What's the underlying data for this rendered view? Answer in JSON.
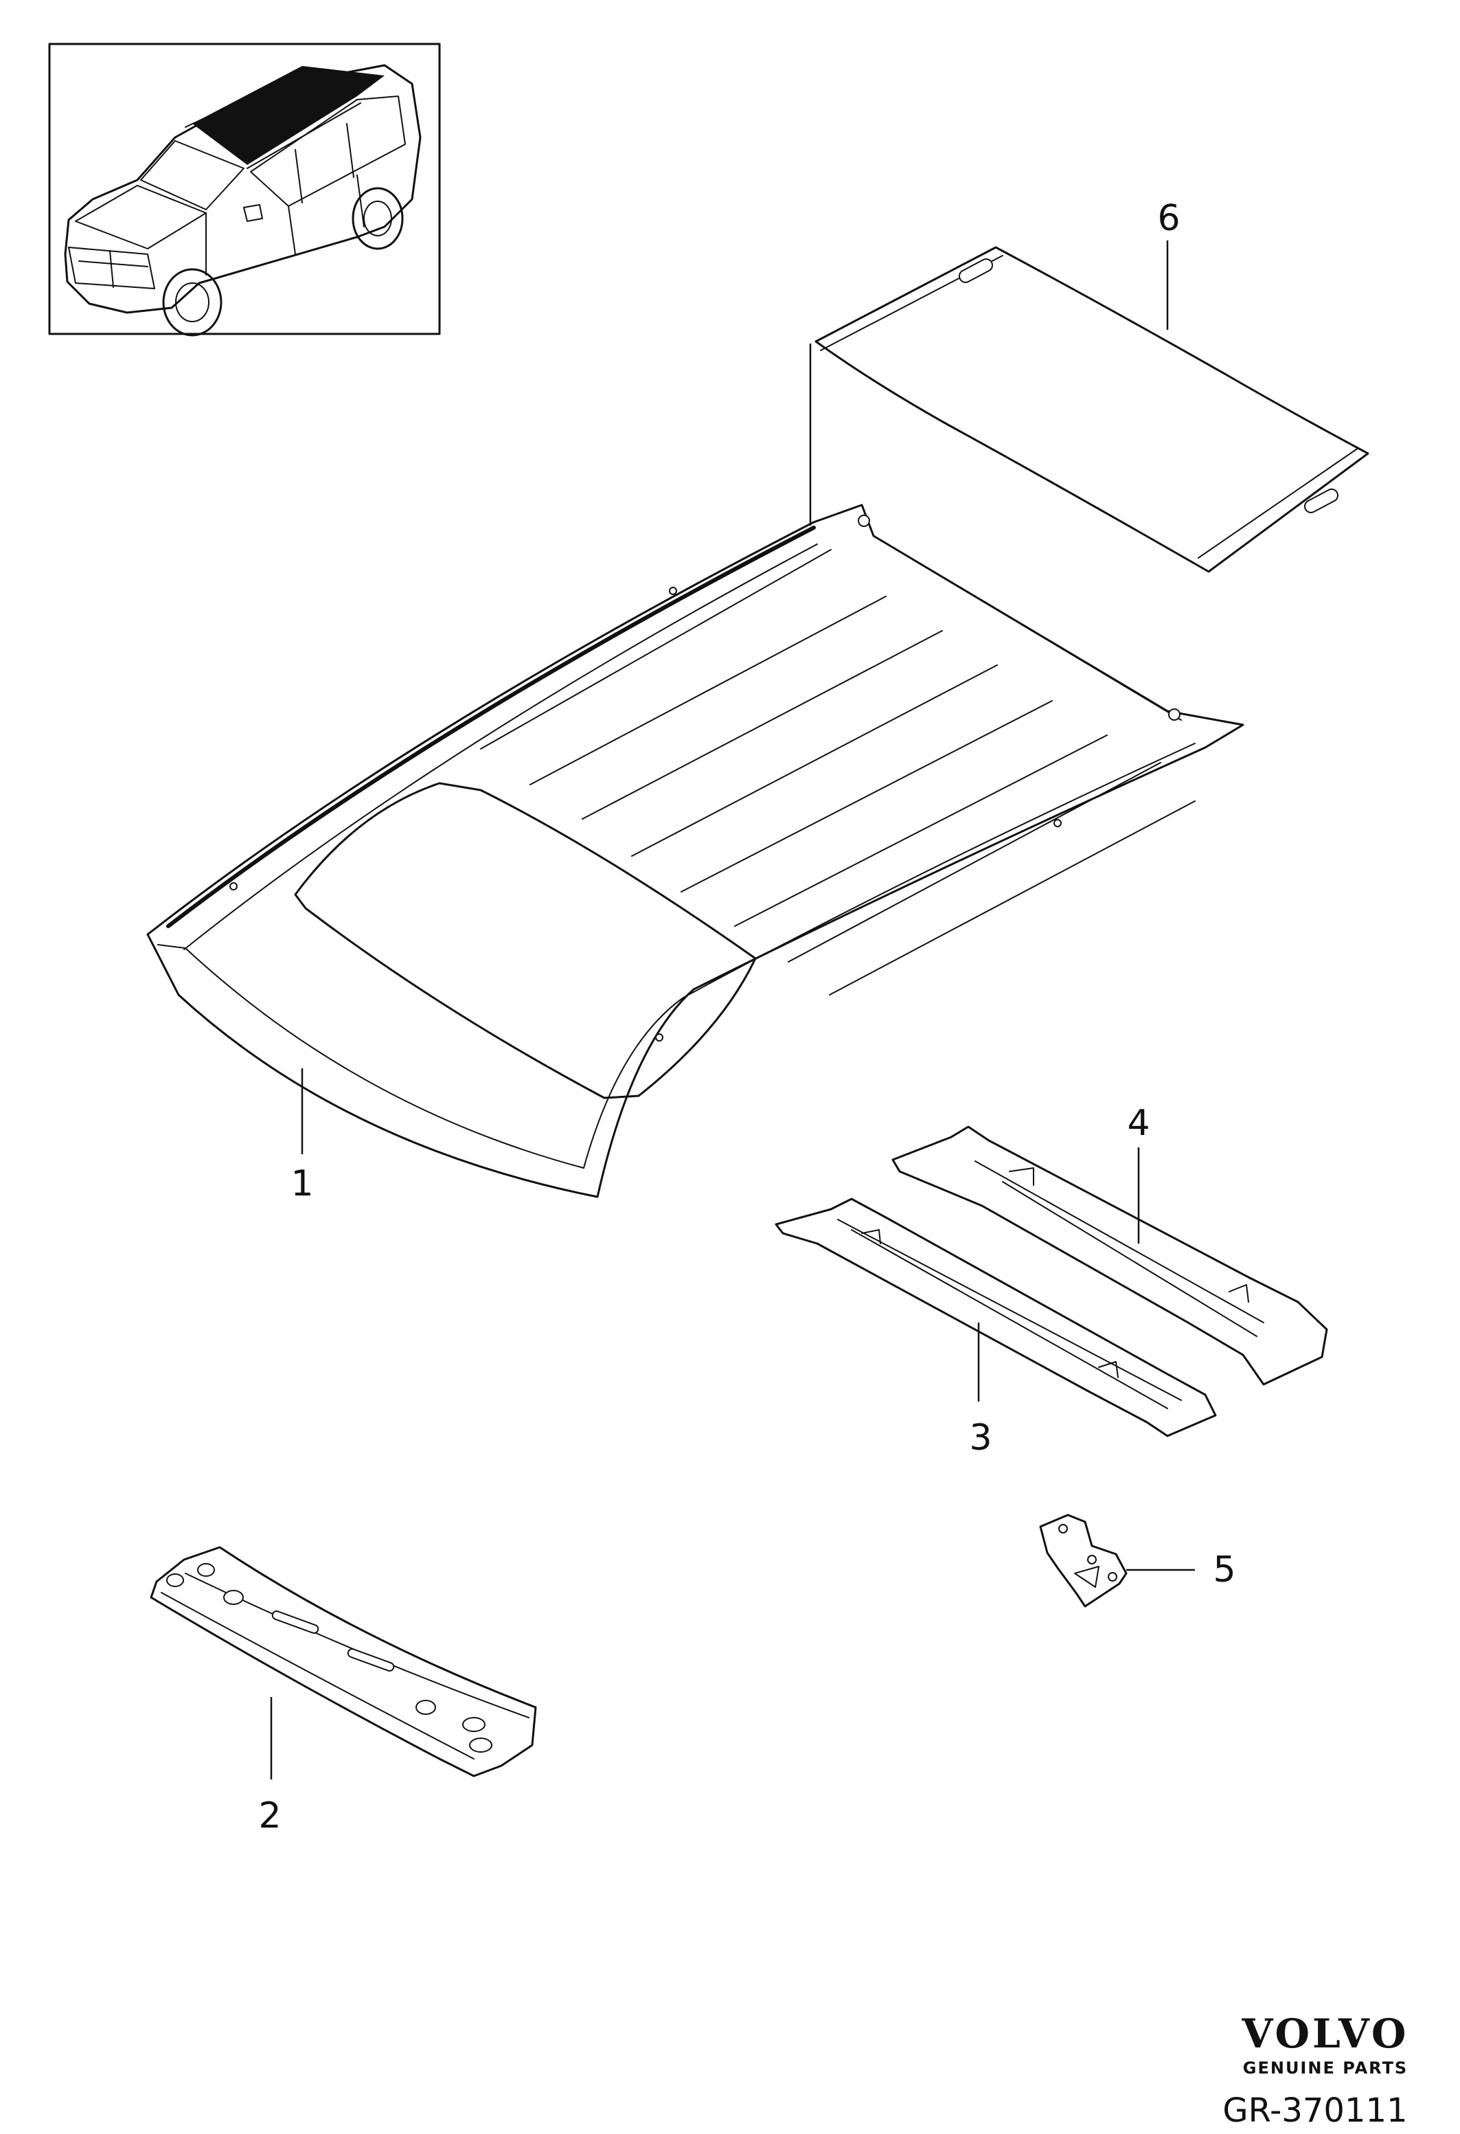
{
  "callouts": [
    {
      "id": "1",
      "label": "1"
    },
    {
      "id": "2",
      "label": "2"
    },
    {
      "id": "3",
      "label": "3"
    },
    {
      "id": "4",
      "label": "4"
    },
    {
      "id": "5",
      "label": "5"
    },
    {
      "id": "6",
      "label": "6"
    }
  ],
  "brand": {
    "name": "VOLVO",
    "tagline": "GENUINE PARTS",
    "drawing_code": "GR-370111"
  }
}
